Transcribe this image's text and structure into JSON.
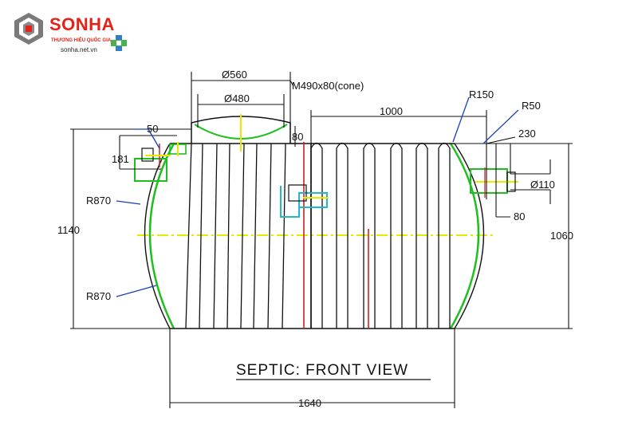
{
  "brand": {
    "name": "SONHA",
    "tagline": "THƯƠNG HIỆU QUỐC GIA",
    "website": "sonha.net.vn",
    "colors": {
      "brand_red": "#e2231a",
      "logo_gray": "#777777",
      "badge_blue": "#2f7fc1",
      "badge_green": "#4caf50"
    }
  },
  "drawing": {
    "title": "SEPTIC: FRONT VIEW",
    "line_colors": {
      "outline": "#111111",
      "accent_green": "#1fbf1f",
      "centerline_yellow": "#e8e800",
      "axis_red": "#cc2222",
      "fitting_cyan": "#20b8d0",
      "dimension_blue": "#1a3fbf"
    },
    "dimensions": {
      "dia_560": "Ø560",
      "dia_480": "Ø480",
      "cone": "M490x80(cone)",
      "d1000": "1000",
      "r150": "R150",
      "r50": "R50",
      "d50": "50",
      "d230": "230",
      "d80_top": "80",
      "d181": "181",
      "r870_top": "R870",
      "dia_110": "Ø110",
      "d80_right": "80",
      "d1140": "1140",
      "d1060": "1060",
      "r870_bottom": "R870",
      "d1640": "1640"
    }
  }
}
